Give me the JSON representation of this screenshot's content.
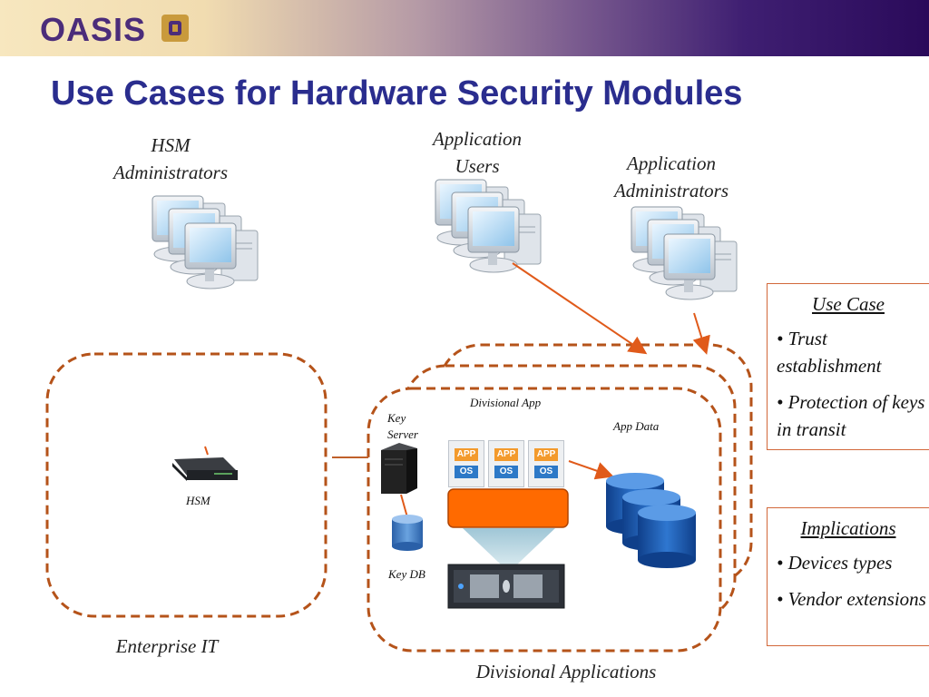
{
  "header": {
    "logo_text": "OASIS"
  },
  "title": "Use Cases for Hardware Security Modules",
  "labels": {
    "hsm_admins_line1": "HSM",
    "hsm_admins_line2": "Administrators",
    "app_users_line1": "Application",
    "app_users_line2": "Users",
    "app_admins_line1": "Application",
    "app_admins_line2": "Administrators",
    "hsm": "HSM",
    "enterprise_it": "Enterprise IT",
    "divisional_app": "Divisional App",
    "key_server_line1": "Key",
    "key_server_line2": "Server",
    "app_data": "App Data",
    "key_db": "Key DB",
    "divisional_applications": "Divisional Applications"
  },
  "app_tiles": [
    {
      "app": "APP",
      "os": "OS"
    },
    {
      "app": "APP",
      "os": "OS"
    },
    {
      "app": "APP",
      "os": "OS"
    }
  ],
  "use_case_box": {
    "heading": "Use Case",
    "items": [
      "• Trust establishment",
      "• Protection of keys in transit"
    ]
  },
  "implications_box": {
    "heading": "Implications",
    "items": [
      "• Devices types",
      "• Vendor extensions"
    ]
  },
  "colors": {
    "title": "#2a2d8e",
    "dashed_border": "#b5531a",
    "arrow": "#e05a1a",
    "box_border": "#d2683a"
  }
}
